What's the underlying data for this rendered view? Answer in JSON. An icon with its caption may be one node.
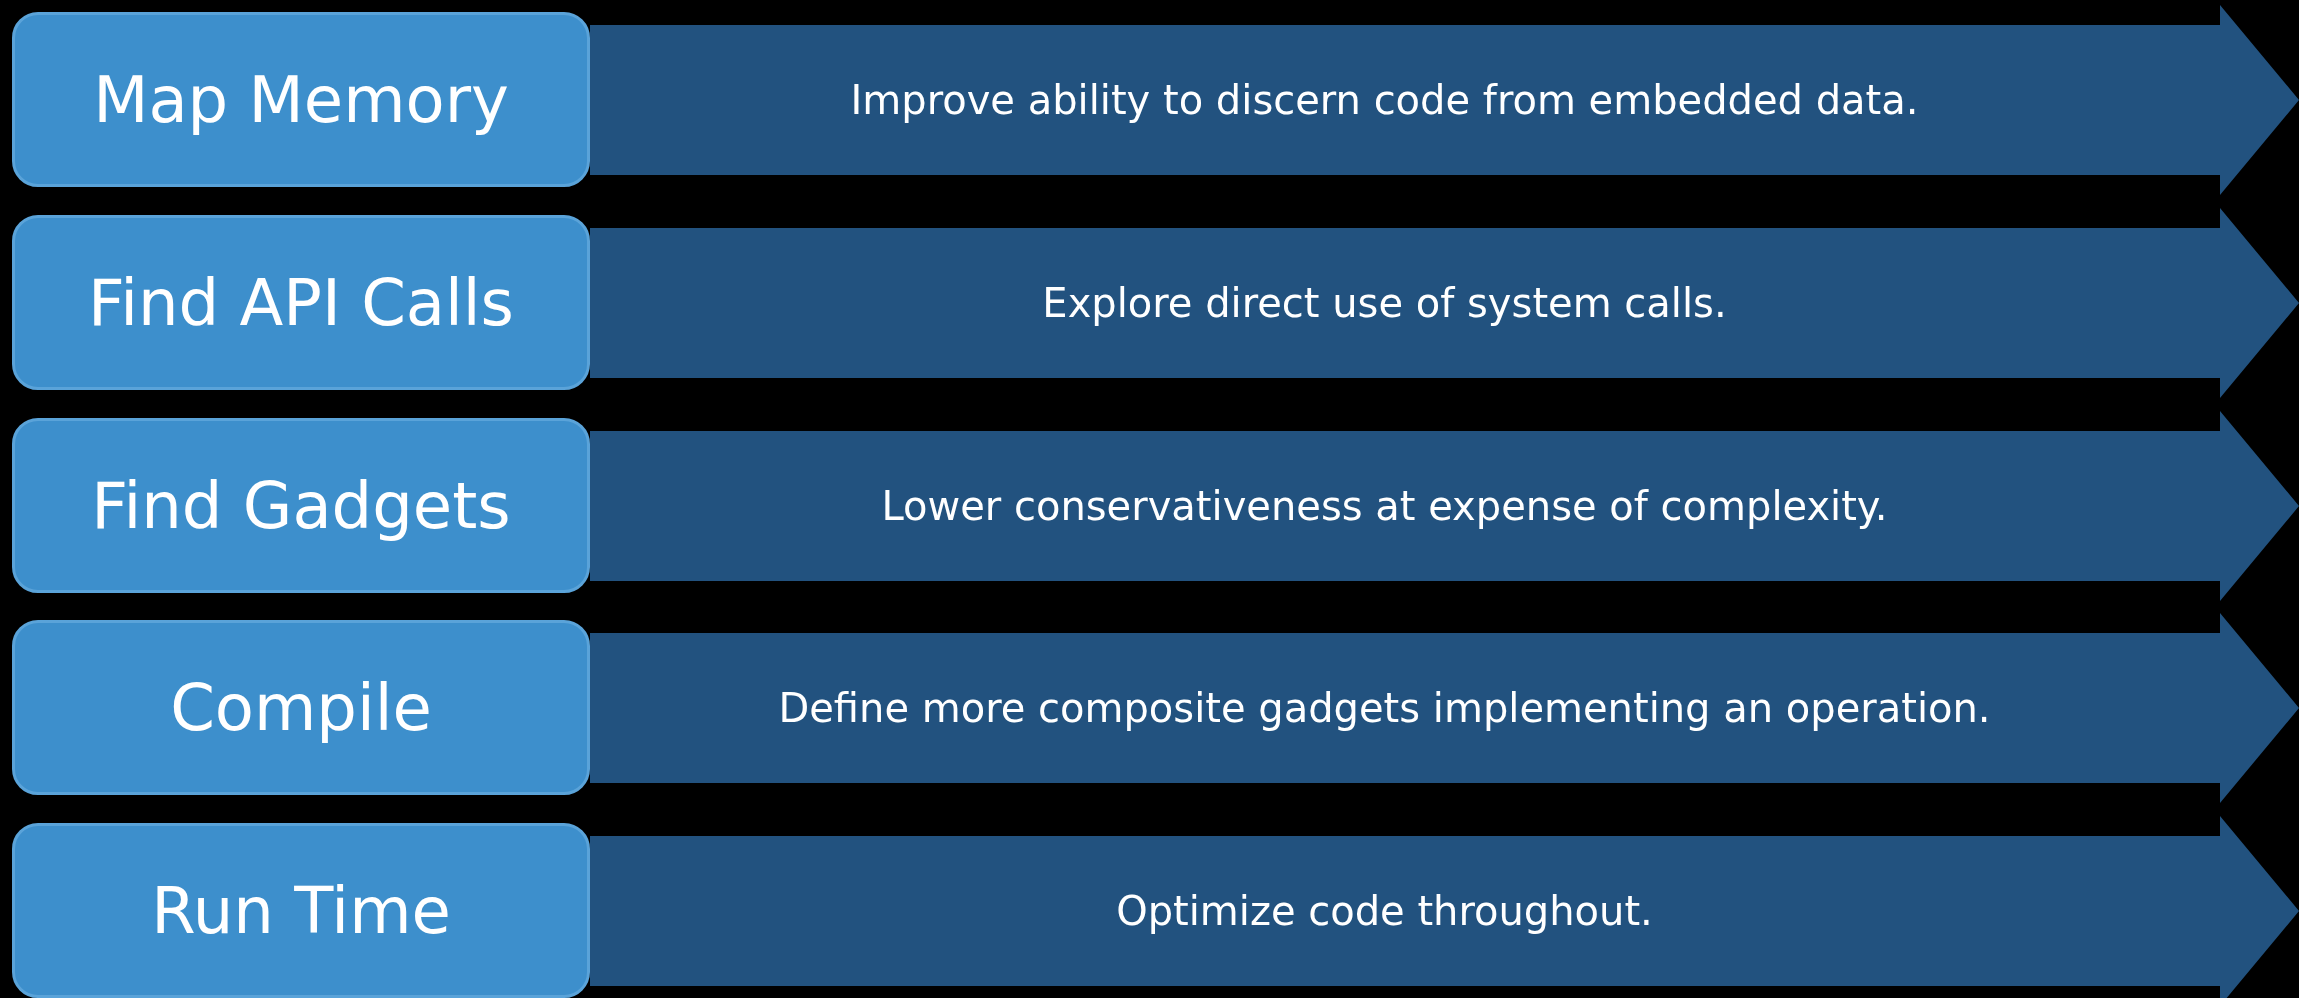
{
  "diagram": {
    "nodes": [
      {
        "text": [
          "Map Memory"
        ]
      },
      {
        "text": [
          "Improve ability to discern code from embedded data."
        ]
      },
      {
        "text": [
          "Find API Calls"
        ]
      },
      {
        "text": [
          "Explore direct use of system calls."
        ]
      },
      {
        "text": [
          "Find Gadgets"
        ]
      },
      {
        "text": [
          "Lower conservativeness at expense of complexity."
        ]
      },
      {
        "text": [
          "Compile"
        ]
      },
      {
        "text": [
          "Define more composite gadgets implementing an operation."
        ]
      },
      {
        "text": [
          "Run Time"
        ]
      },
      {
        "text": [
          "Optimize code throughout."
        ]
      }
    ]
  }
}
